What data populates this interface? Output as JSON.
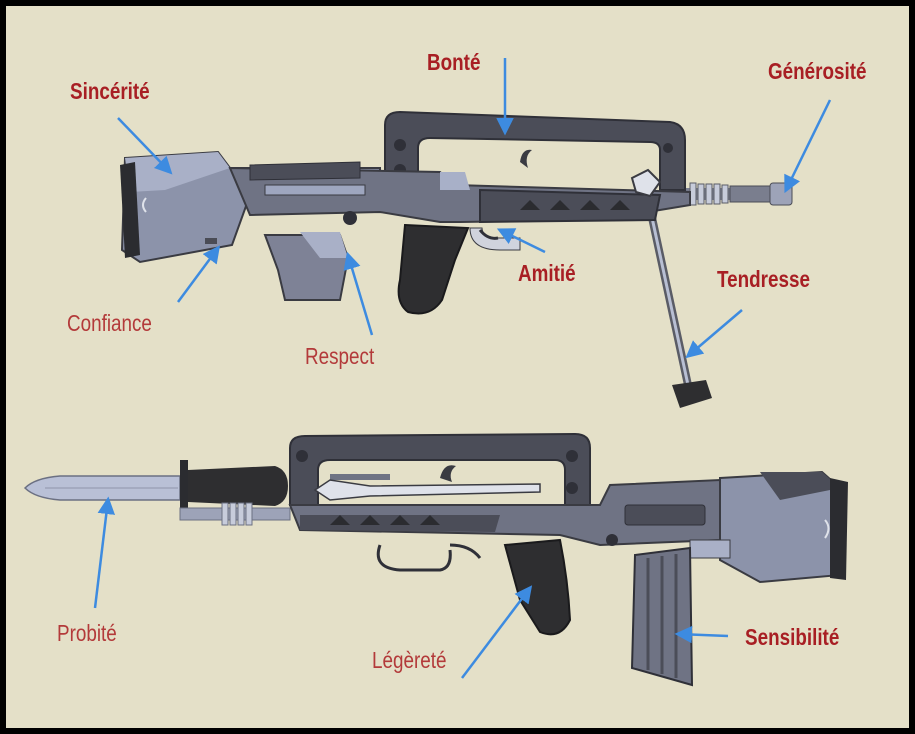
{
  "colors": {
    "background": "#e4e0c8",
    "label": "#a81f24",
    "arrow": "#3d8be0",
    "body_dark": "#4a4c56",
    "body_mid": "#6a6d7c",
    "body_light": "#a7aec6",
    "grip": "#2e2e30"
  },
  "labels": {
    "sincerite": "Sincérité",
    "bonte": "Bonté",
    "generosite": "Générosité",
    "confiance": "Confiance",
    "respect": "Respect",
    "amitie": "Amitié",
    "tendresse": "Tendresse",
    "probite": "Probité",
    "legerete": "Légèreté",
    "sensibilite": "Sensibilité"
  }
}
